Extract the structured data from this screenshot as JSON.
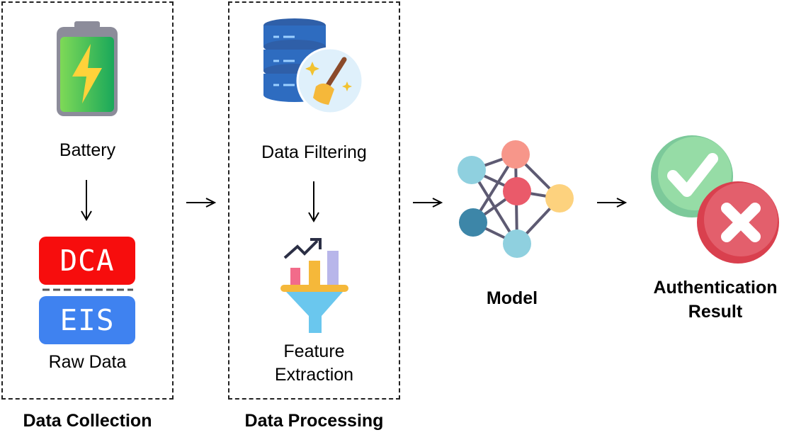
{
  "stages": {
    "collection": {
      "title": "Data Collection",
      "battery_label": "Battery",
      "dca_label": "DCA",
      "eis_label": "EIS",
      "raw_label": "Raw Data"
    },
    "processing": {
      "title": "Data Processing",
      "filtering_label": "Data Filtering",
      "feature_label_line1": "Feature",
      "feature_label_line2": "Extraction"
    },
    "model": {
      "label": "Model"
    },
    "result": {
      "label_line1": "Authentication",
      "label_line2": "Result"
    }
  },
  "colors": {
    "dca": "#f70d0d",
    "eis": "#3f82f0",
    "arrow": "#000000"
  },
  "icons": [
    "battery-icon",
    "database-cleaning-icon",
    "chart-funnel-icon",
    "neural-network-icon",
    "check-icon",
    "cross-icon"
  ]
}
